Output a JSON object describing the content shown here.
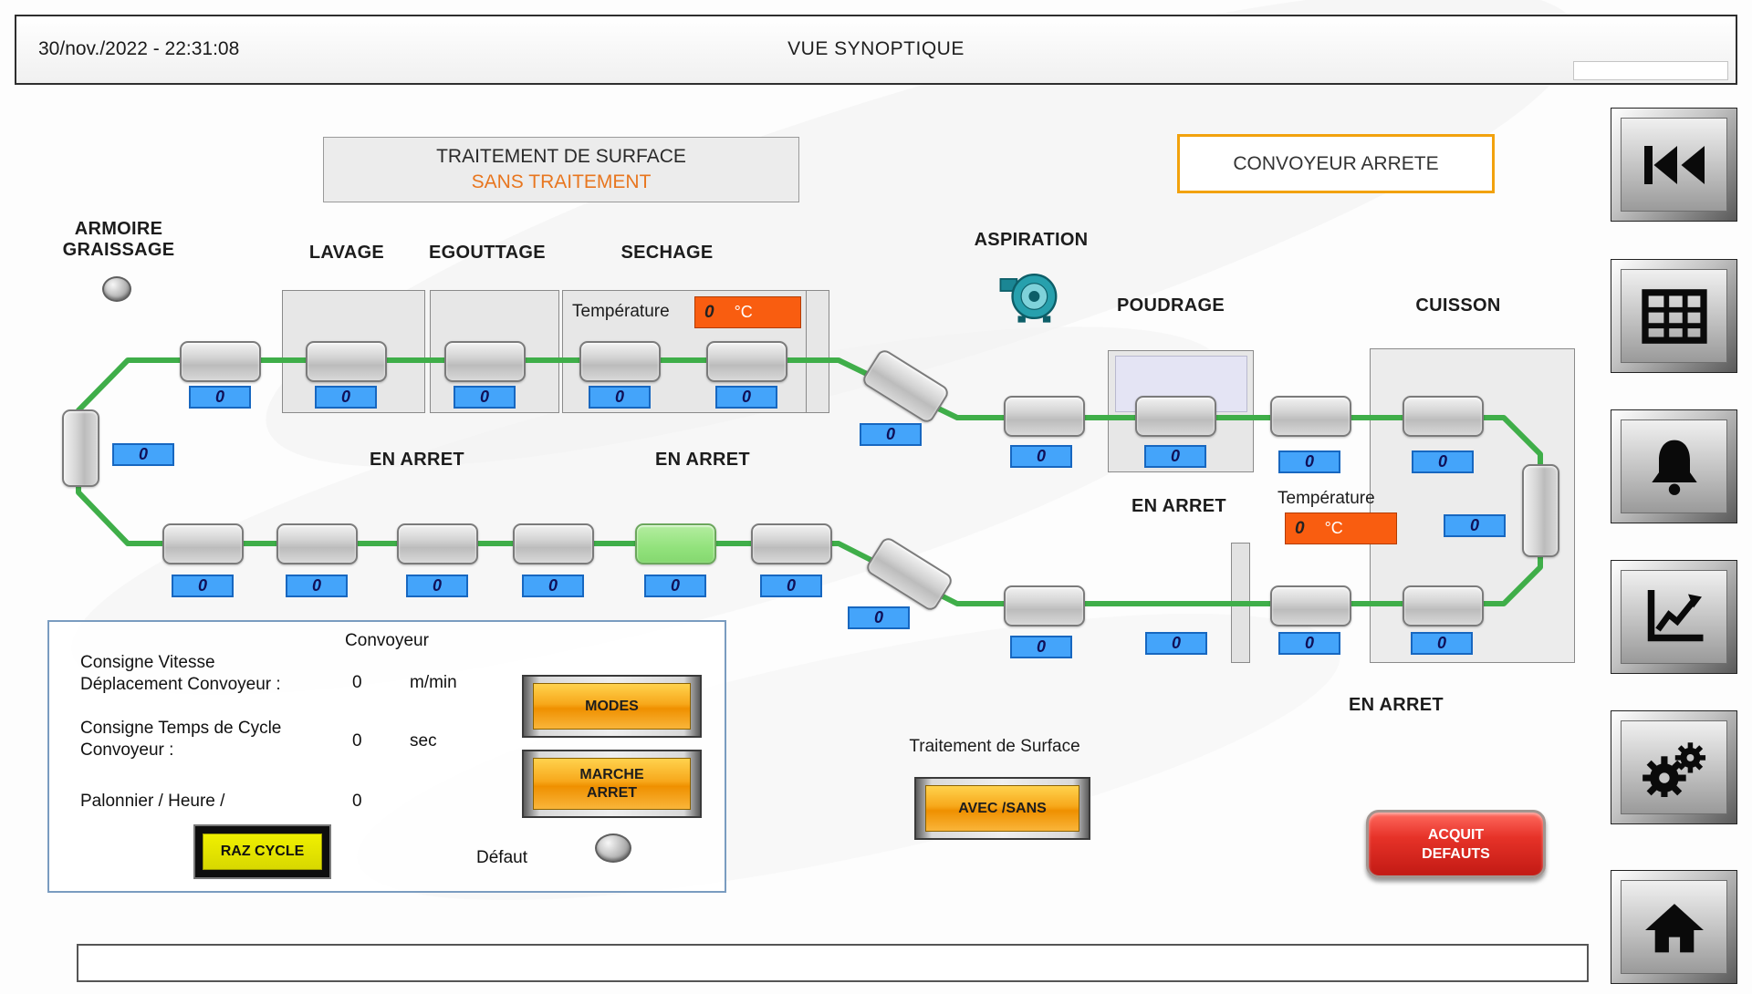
{
  "header": {
    "datetime": "30/nov./2022 - 22:31:08",
    "title": "VUE SYNOPTIQUE"
  },
  "banners": {
    "traitement_line1": "TRAITEMENT DE SURFACE",
    "traitement_line2": "SANS TRAITEMENT",
    "convoyeur_status": "CONVOYEUR ARRETE"
  },
  "zones": {
    "armoire_line1": "ARMOIRE",
    "armoire_line2": "GRAISSAGE",
    "lavage": "LAVAGE",
    "egouttage": "EGOUTTAGE",
    "sechage": "SECHAGE",
    "aspiration": "ASPIRATION",
    "poudrage": "POUDRAGE",
    "cuisson": "CUISSON"
  },
  "temperatures": {
    "sechage": {
      "label": "Température",
      "value": "0",
      "unit": "°C"
    },
    "cuisson": {
      "label": "Température",
      "value": "0",
      "unit": "°C"
    }
  },
  "states": {
    "en_arret": [
      "EN ARRET",
      "EN ARRET",
      "EN ARRET",
      "EN ARRET"
    ]
  },
  "counters": {
    "values": [
      "0",
      "0",
      "0",
      "0",
      "0",
      "0",
      "0",
      "0",
      "0",
      "0",
      "0",
      "0",
      "0",
      "0",
      "0",
      "0",
      "0",
      "0",
      "0",
      "0",
      "0",
      "0",
      "0"
    ]
  },
  "panel": {
    "title": "Convoyeur",
    "vitesse_line1": "Consigne Vitesse",
    "vitesse_line2": "Déplacement Convoyeur :",
    "vitesse_value": "0",
    "vitesse_unit": "m/min",
    "cycle_line1": "Consigne Temps de Cycle",
    "cycle_line2": "Convoyeur :",
    "cycle_value": "0",
    "cycle_unit": "sec",
    "palonnier_label": "Palonnier / Heure /",
    "palonnier_value": "0",
    "raz_button": "RAZ CYCLE",
    "defaut_label": "Défaut",
    "modes_button": "MODES",
    "marche_line1": "MARCHE",
    "marche_line2": "ARRET"
  },
  "surface": {
    "label": "Traitement de Surface",
    "button": "AVEC /SANS"
  },
  "acquit": {
    "line1": "ACQUIT",
    "line2": "DEFAUTS"
  },
  "sidebar": {
    "buttons": [
      {
        "icon": "rewind-icon"
      },
      {
        "icon": "table-icon"
      },
      {
        "icon": "bell-icon"
      },
      {
        "icon": "trend-icon"
      },
      {
        "icon": "gears-icon"
      },
      {
        "icon": "home-icon"
      }
    ]
  },
  "colors": {
    "accent_orange": "#f2a20d",
    "alert_orange": "#f95d10",
    "counter_blue": "#44a4fa",
    "path_green": "#3fae49",
    "button_orange": "#f7a81b",
    "acquit_red": "#d42020"
  }
}
